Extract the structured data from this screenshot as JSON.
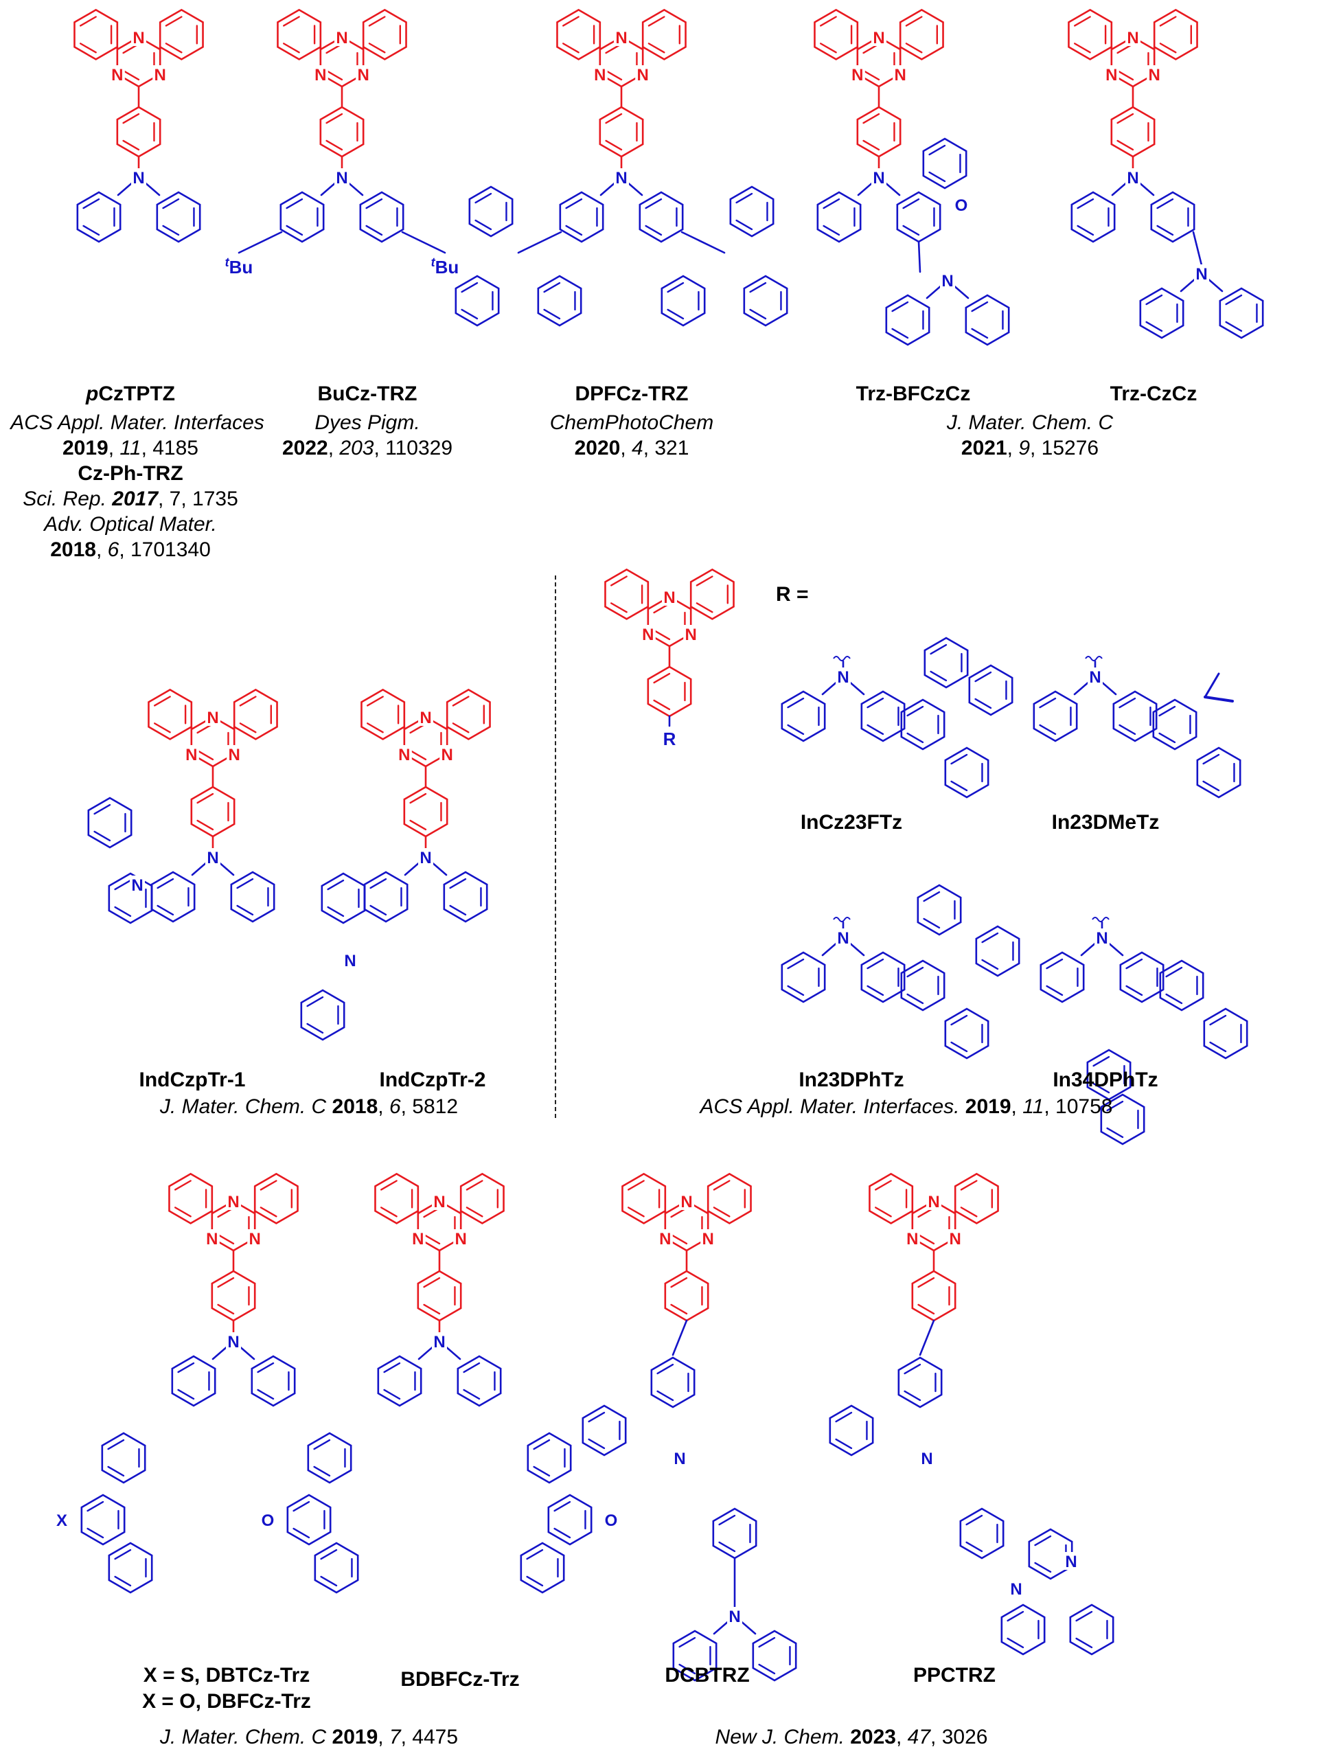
{
  "colors": {
    "acceptor": "#e8191f",
    "donor": "#1414c8",
    "text": "#000000"
  },
  "atoms": {
    "nitrogen": "N",
    "oxygen": "O",
    "tbu_super": "t",
    "tbu_base": "Bu",
    "x": "X",
    "r": "R"
  },
  "row1": {
    "c1": {
      "name_p": "p",
      "name": "CzTPTZ",
      "j1": "ACS Appl. Mater. Interfaces",
      "y1": "2019",
      "v1": "11",
      "p1": ", 4185",
      "name2": "Cz-Ph-TRZ",
      "j2": "Sci. Rep. ",
      "y2": "2017",
      "r2": ", 7, 1735",
      "j3": "Adv. Optical Mater.",
      "y3": "2018",
      "v3": "6",
      "p3": ", 1701340"
    },
    "c2": {
      "name": "BuCz-TRZ",
      "journal": "Dyes Pigm.",
      "year": "2022",
      "vol": "203",
      "pages": ", 110329"
    },
    "c3": {
      "name": "DPFCz-TRZ",
      "journal": "ChemPhotoChem",
      "year": "2020",
      "vol": "4",
      "pages": ", 321"
    },
    "c4": {
      "name": "Trz-BFCzCz"
    },
    "c5": {
      "name": "Trz-CzCz"
    },
    "ref45": {
      "journal": "J. Mater. Chem. C",
      "year": "2021",
      "vol": "9",
      "pages": ", 15276"
    }
  },
  "row2": {
    "left": {
      "name1": "IndCzpTr-1",
      "name2": "IndCzpTr-2",
      "journal": "J. Mater. Chem. C ",
      "year": "2018",
      "vol": "6",
      "pages": ", 5812"
    },
    "right": {
      "r_eq": "R =",
      "n1": "InCz23FTz",
      "n2": "In23DMeTz",
      "n3": "In23DPhTz",
      "n4": "In34DPhTz",
      "journal": "ACS Appl. Mater. Interfaces. ",
      "year": "2019",
      "vol": "11",
      "pages": ", 10758"
    }
  },
  "row3": {
    "x1": "X = S, DBTCz-Trz",
    "x2": "X = O, DBFCz-Trz",
    "n2": "BDBFCz-Trz",
    "n3": "DCBTRZ",
    "n4": "PPCTRZ",
    "ref_left": {
      "journal": "J. Mater. Chem. C ",
      "year": "2019",
      "vol": "7",
      "pages": ", 4475"
    },
    "ref_right": {
      "journal": "New J. Chem. ",
      "year": "2023",
      "vol": "47",
      "pages": ", 3026"
    }
  }
}
